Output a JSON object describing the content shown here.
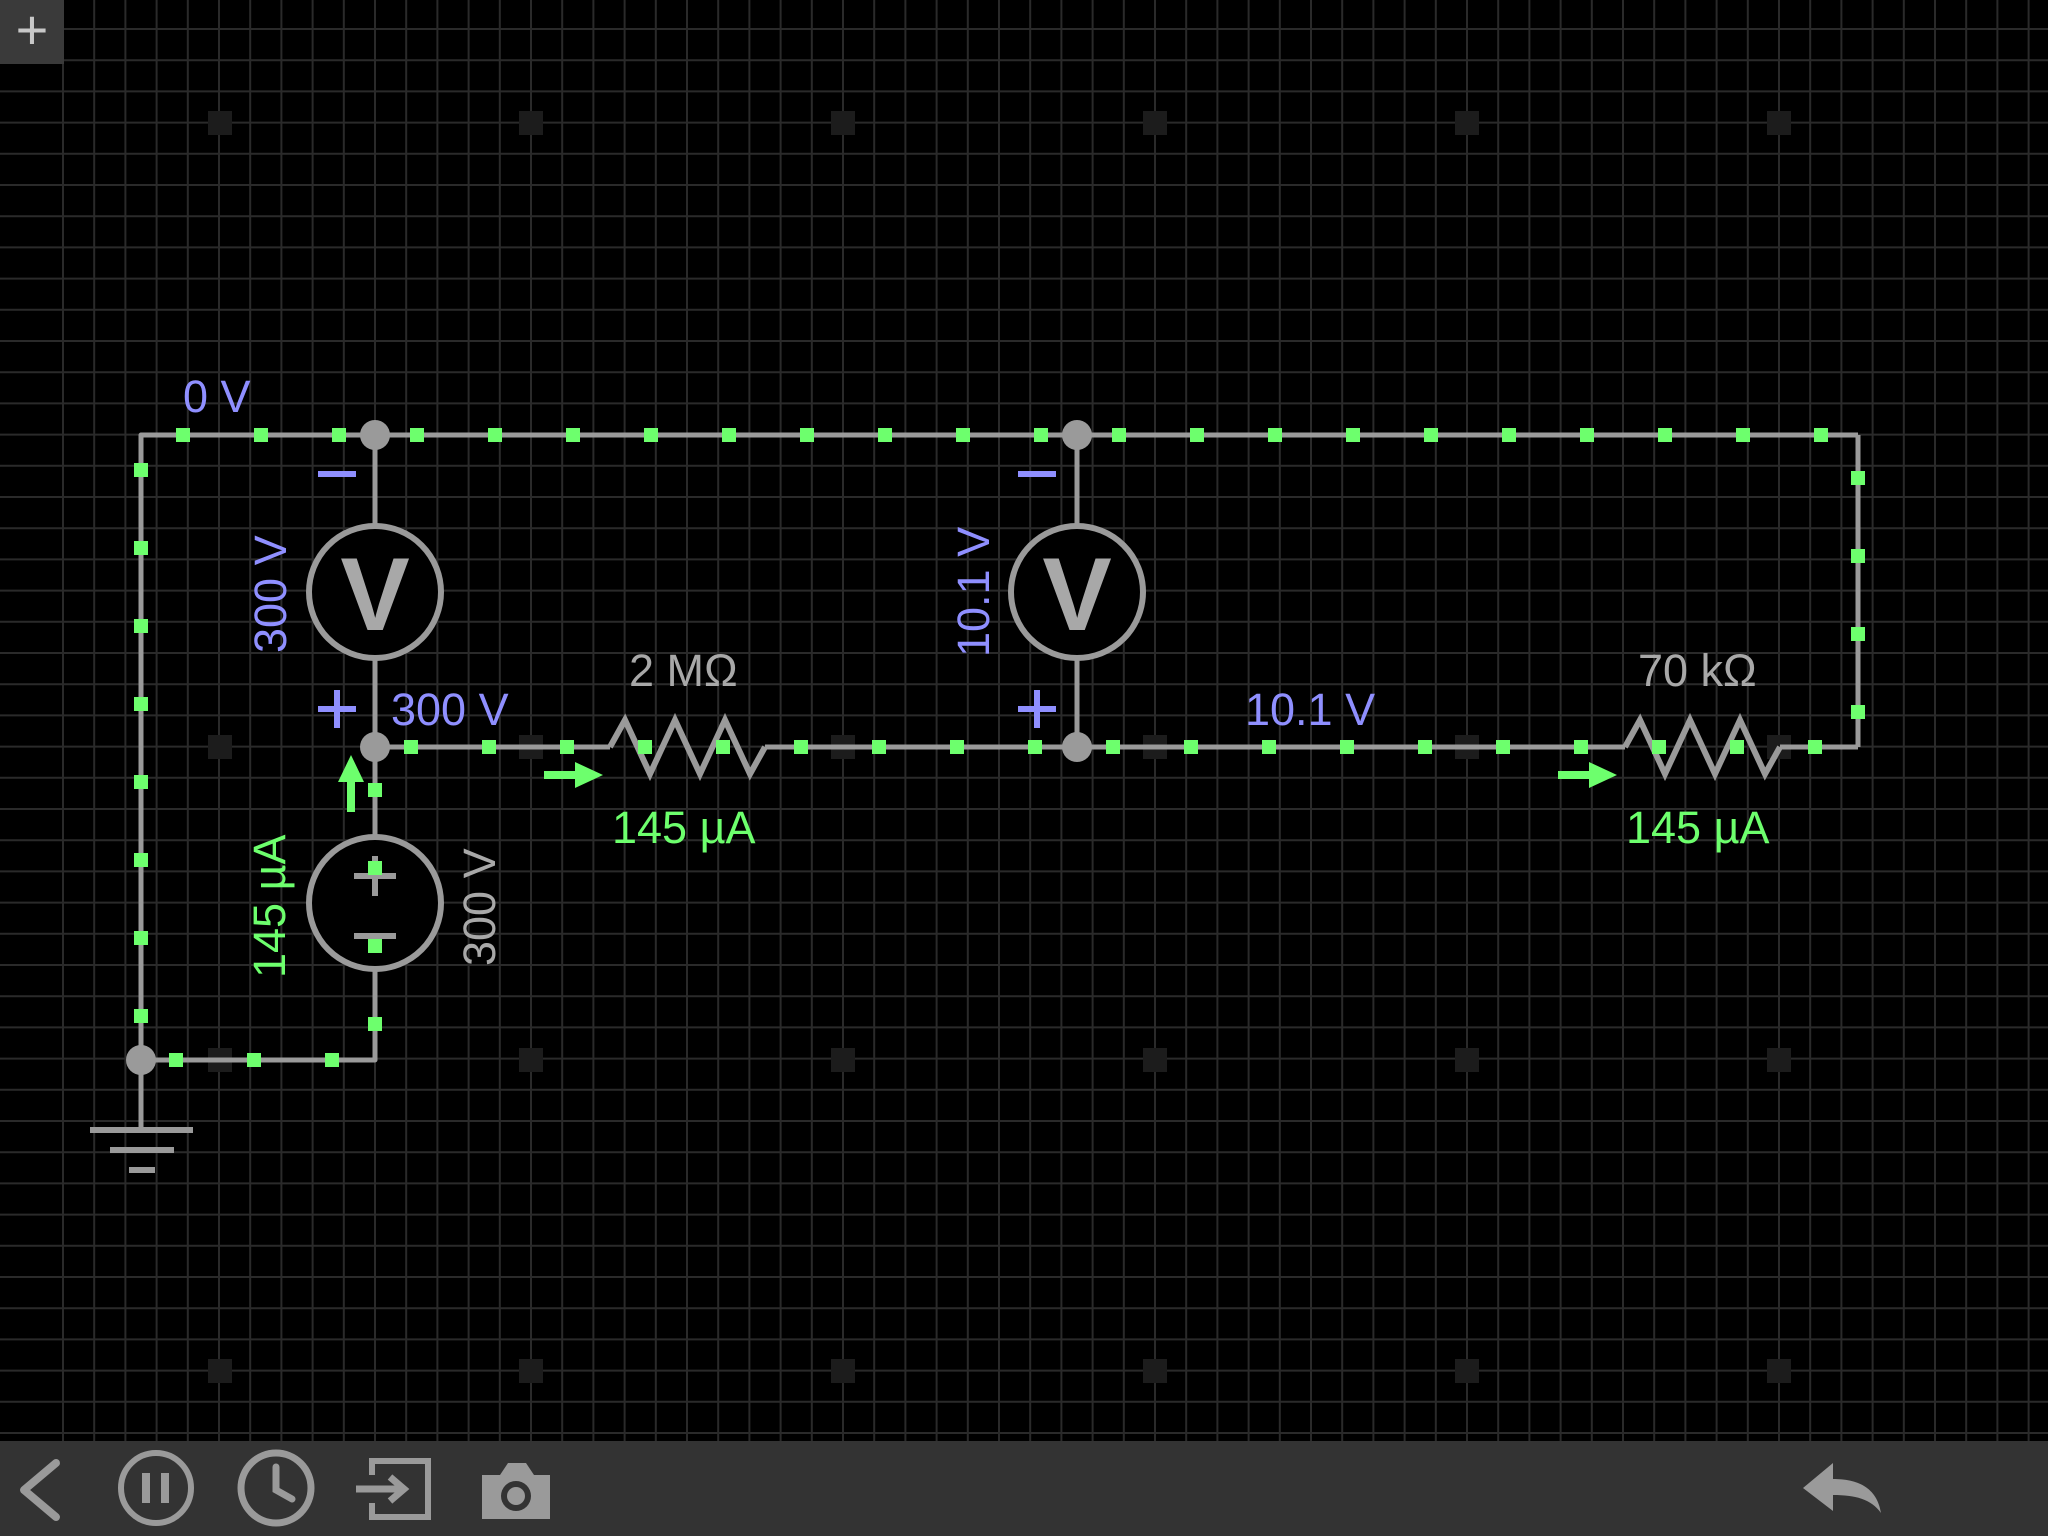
{
  "colors": {
    "background": "#000000",
    "grid": "#2a2a2a",
    "wire": "#9a9a9a",
    "current_dots": "#6dff6d",
    "voltage_text": "#8f8fff",
    "current_text": "#6dff6d",
    "value_text": "#a8a8a8",
    "toolbar": "#333333"
  },
  "labels": {
    "top_node_voltage": "0 V",
    "source_node_voltage": "300 V",
    "mid_node_voltage": "10.1 V",
    "meter1_reading": "300 V",
    "meter2_reading": "10.1 V",
    "r1_value": "2 MΩ",
    "r2_value": "70 kΩ",
    "r1_current": "145 µA",
    "r2_current": "145 µA",
    "source_current": "145 µA",
    "source_voltage": "300 V",
    "meter_symbol": "V",
    "plus_sign": "+",
    "minus_sign": "−"
  },
  "toolbar": {
    "left_buttons": [
      "back-icon",
      "pause-icon",
      "clock-icon",
      "export-icon",
      "camera-icon"
    ],
    "right_buttons": [
      "undo-icon"
    ]
  },
  "add_button": {
    "label": "+"
  }
}
